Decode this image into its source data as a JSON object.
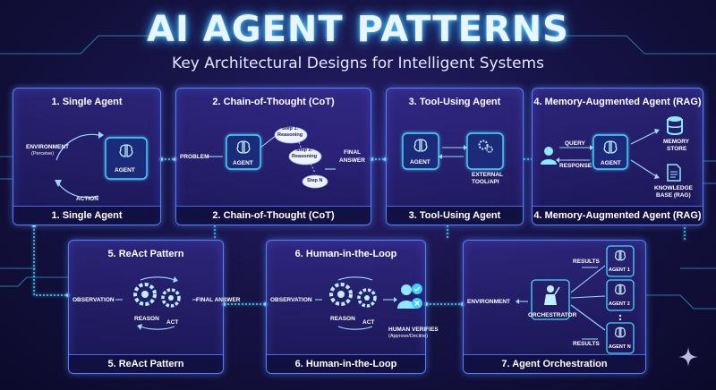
{
  "title": "AI AGENT PATTERNS",
  "subtitle": "Key Architectural Designs for Intelligent Systems",
  "colors": {
    "accent": "#5a7cff",
    "glow": "#3ad0ff",
    "background": "#171447"
  },
  "panels": {
    "p1": {
      "heading": "1. Single Agent",
      "footer": "1. Single Agent",
      "environment": "ENVIRONMENT",
      "environment_sub": "(Perceive)",
      "agent": "AGENT",
      "action": "ACTION",
      "icons": [
        "brain-chip-icon"
      ]
    },
    "p2": {
      "heading": "2. Chain-of-Thought (CoT)",
      "footer": "2. Chain-of-Thought (CoT)",
      "problem": "PROBLEM",
      "agent": "AGENT",
      "step1a": "Step 1:",
      "step1b": "Reasoning",
      "step2a": "Step 2:",
      "step2b": "Reasoning",
      "stepn": "Step N",
      "final1": "FINAL",
      "final2": "ANSWER",
      "icons": [
        "brain-chip-icon",
        "thought-bubble-icon"
      ]
    },
    "p3": {
      "heading": "3. Tool-Using Agent",
      "footer": "3. Tool-Using Agent",
      "agent": "AGENT",
      "tool1": "EXTERNAL",
      "tool2": "TOOL/API",
      "icons": [
        "brain-chip-icon",
        "gears-icon"
      ]
    },
    "p4": {
      "heading": "4. Memory-Augmented Agent (RAG)",
      "footer": "4. Memory-Augmented Agent (RAG)",
      "query": "QUERY",
      "response": "RESPONSE",
      "agent": "AGENT",
      "memory1": "MEMORY",
      "memory2": "STORE",
      "kb1": "KNOWLEDGE",
      "kb2": "BASE (RAG)",
      "icons": [
        "user-icon",
        "brain-chip-icon",
        "database-icon",
        "document-icon"
      ]
    },
    "p5": {
      "heading": "5. ReAct Pattern",
      "footer": "5. ReAct Pattern",
      "observation": "OBSERVATION",
      "reason": "REASON",
      "act": "ACT",
      "final": "FINAL ANSWER",
      "icons": [
        "gears-icon"
      ]
    },
    "p6": {
      "heading": "6. Human-in-the-Loop",
      "footer": "6. Human-in-the-Loop",
      "observation": "OBSERVATION",
      "reason": "REASON",
      "act": "ACT",
      "verify1": "HUMAN VERIFIES",
      "verify2": "(Approve/Decline)",
      "icons": [
        "gears-icon",
        "human-approve-icon"
      ]
    },
    "p7": {
      "footer": "7. Agent Orchestration",
      "environment": "ENVIRONMENT",
      "orchestrator": "ORCHESTRATOR",
      "results_top": "RESULTS",
      "results_bottom": "RESULTS",
      "agent1": "AGENT 1",
      "agent2": "AGENT 2",
      "agentn": "AGENT N",
      "icons": [
        "conductor-icon",
        "brain-chip-icon"
      ]
    }
  }
}
